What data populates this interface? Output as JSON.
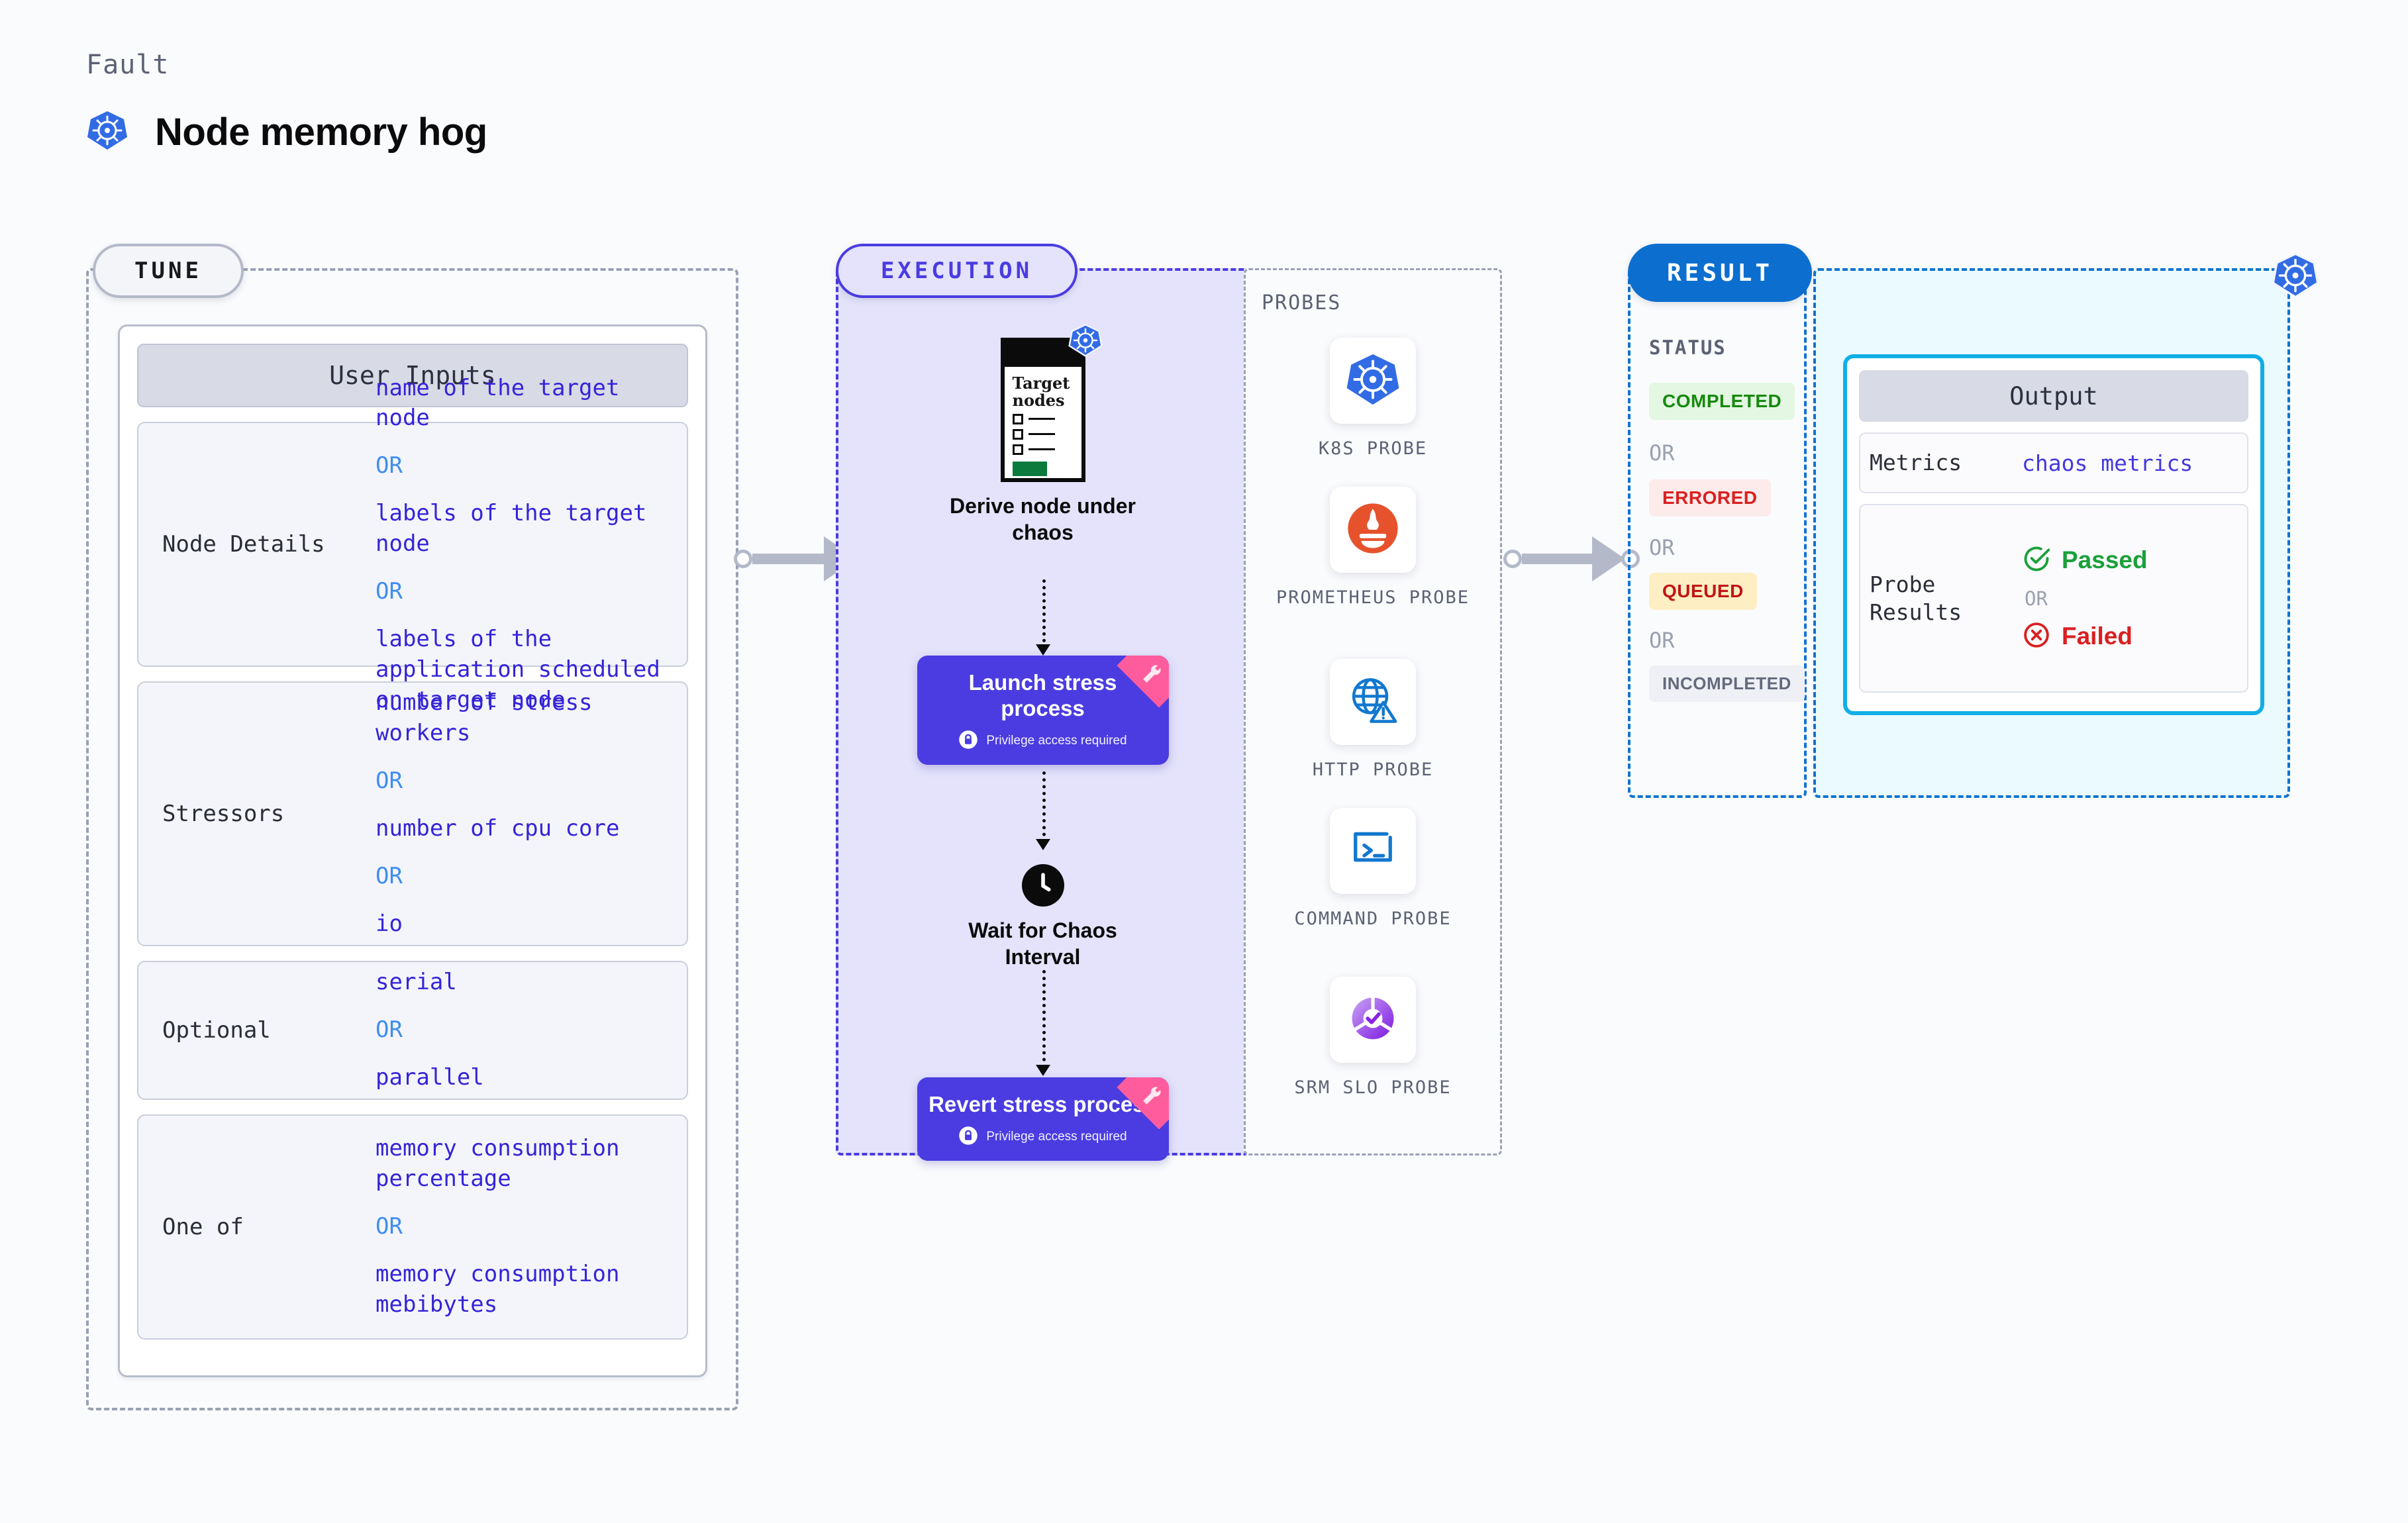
{
  "header": {
    "fault_label": "Fault",
    "fault_title": "Node memory hog",
    "fault_icon": "kubernetes-icon"
  },
  "tune": {
    "pill_label": "TUNE",
    "card_title": "User Inputs",
    "rows": [
      {
        "label": "Node Details",
        "values": [
          "name of the target node",
          "labels of the target node",
          "labels of the application scheduled on target node"
        ],
        "separator": "OR"
      },
      {
        "label": "Stressors",
        "values": [
          "number of stress workers",
          "number of cpu core",
          "io"
        ],
        "separator": "OR"
      },
      {
        "label": "Optional",
        "values": [
          "serial",
          "parallel"
        ],
        "separator": "OR"
      },
      {
        "label": "One of",
        "values": [
          "memory consumption percentage",
          "memory consumption mebibytes"
        ],
        "separator": "OR"
      }
    ]
  },
  "execution": {
    "pill_label": "EXECUTION",
    "steps": [
      {
        "icon": "target-nodes-terminal-icon",
        "terminal_heading": "Target nodes",
        "caption": "Derive node under chaos",
        "type": "icon-node"
      },
      {
        "title": "Launch stress process",
        "privilege_note": "Privilege access required",
        "icon": "lock-icon",
        "ribbon_icon": "wrench-ribbon-icon",
        "type": "action"
      },
      {
        "icon": "clock-icon",
        "caption": "Wait for Chaos Interval",
        "type": "icon-node"
      },
      {
        "title": "Revert stress process",
        "privilege_note": "Privilege access required",
        "icon": "lock-icon",
        "ribbon_icon": "wrench-ribbon-icon",
        "type": "action"
      }
    ]
  },
  "probes": {
    "label": "PROBES",
    "items": [
      {
        "name": "K8S PROBE",
        "icon": "kubernetes-icon"
      },
      {
        "name": "PROMETHEUS PROBE",
        "icon": "prometheus-icon"
      },
      {
        "name": "HTTP PROBE",
        "icon": "globe-warning-icon"
      },
      {
        "name": "COMMAND PROBE",
        "icon": "terminal-prompt-icon"
      },
      {
        "name": "SRM SLO PROBE",
        "icon": "slo-donut-check-icon"
      }
    ]
  },
  "result": {
    "pill_label": "RESULT",
    "status_label": "STATUS",
    "separator": "OR",
    "statuses": [
      {
        "text": "COMPLETED",
        "bg": "#e3f7e2",
        "fg": "#18890f"
      },
      {
        "text": "ERRORED",
        "bg": "#fdeaea",
        "fg": "#d92020"
      },
      {
        "text": "QUEUED",
        "bg": "#fdeec3",
        "fg": "#c01616"
      },
      {
        "text": "INCOMPLETED",
        "bg": "#eff0f5",
        "fg": "#636a7c"
      }
    ]
  },
  "output": {
    "title": "Output",
    "metrics_label": "Metrics",
    "metrics_value": "chaos metrics",
    "probe_results_label": "Probe Results",
    "passed_label": "Passed",
    "failed_label": "Failed",
    "separator": "OR",
    "corner_icon": "kubernetes-icon"
  },
  "colors": {
    "accent_purple": "#4a3ce0",
    "accent_blue": "#0c6fd0",
    "accent_cyan": "#12aee5",
    "ribbon_pink": "#ff5c9d",
    "k8s_blue": "#326ce5",
    "value_indigo": "#3524d8",
    "or_blue": "#3f8ef0"
  }
}
